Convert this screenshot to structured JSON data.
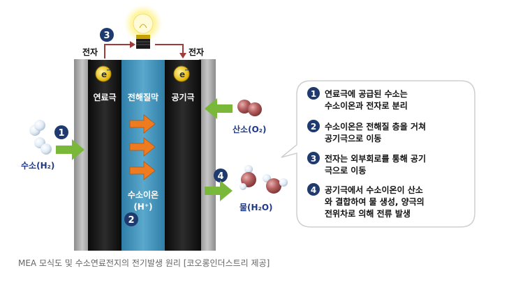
{
  "diagram": {
    "electron_left": "전자",
    "electron_right": "전자",
    "electron_symbol": "e",
    "electron_sup": "−",
    "layers": {
      "anode": "연료극",
      "electrolyte": "전해질막",
      "cathode": "공기극"
    },
    "ion_label_1": "수소이온",
    "ion_label_2": "(H⁺)",
    "hydrogen": "수소(H₂)",
    "oxygen": "산소(O₂)",
    "water": "물(H₂O)",
    "step_numbers": [
      "1",
      "2",
      "3",
      "4"
    ],
    "steps": [
      {
        "num": "1",
        "line1": "연료극에 공급된 수소는",
        "line2": "수소이온과 전자로 분리"
      },
      {
        "num": "2",
        "line1": "수소이온은 전해질 층을 거쳐",
        "line2": "공기극으로 이동"
      },
      {
        "num": "3",
        "line1": "전자는 외부회로를 통해 공기",
        "line2": "극으로 이동"
      },
      {
        "num": "4",
        "line1": "공기극에서 수소이온이 산소",
        "line2": "와 결합하여 물 생성, 양극의",
        "line3": "전위차로 의해 전류 발생"
      }
    ],
    "colors": {
      "anode": "#1b1b1b",
      "electrolyte": "#3d8cb3",
      "step_circle": "#1f3a6e",
      "green_arrow": "#7ab83a",
      "orange_arrow": "#ee7b1f",
      "wire": "#a33a3a"
    }
  },
  "caption": "MEA 모식도 및 수소연료전지의 전기발생 원리 [코오롱인더스트리 제공]"
}
